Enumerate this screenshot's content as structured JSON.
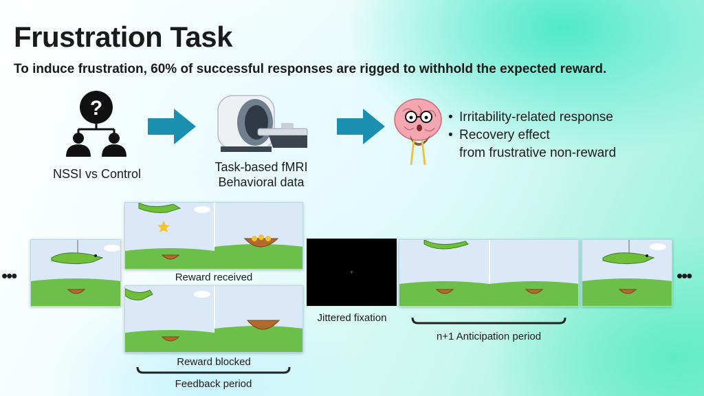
{
  "slide": {
    "title": "Frustration Task",
    "subtitle": "To induce frustration, 60% of successful responses are rigged to withhold the expected reward."
  },
  "flow": {
    "groups_label": "NSSI vs Control",
    "mri_line1": "Task-based fMRI",
    "mri_line2": "Behavioral data",
    "outcomes": [
      "Irritability-related response",
      "Recovery effect",
      "from frustrative non-reward"
    ],
    "bullet_glyph": "•"
  },
  "timeline": {
    "ellipsis": "•••",
    "reward_received": "Reward received",
    "reward_blocked": "Reward blocked",
    "feedback_period": "Feedback period",
    "jittered_fixation": "Jittered fixation",
    "fixation_cross": "+",
    "anticipation_period": "n+1 Anticipation period"
  },
  "icons": {
    "people": "people-question-icon",
    "mri": "mri-scanner-icon",
    "brain": "brain-character-icon",
    "arrow": "arrow-right-icon"
  },
  "colors": {
    "arrow": "#1b8fb0",
    "sky": "#dbe8f8",
    "grass": "#6cc04a",
    "crocodile": "#6fbf3b",
    "basket": "#b26a2c"
  }
}
